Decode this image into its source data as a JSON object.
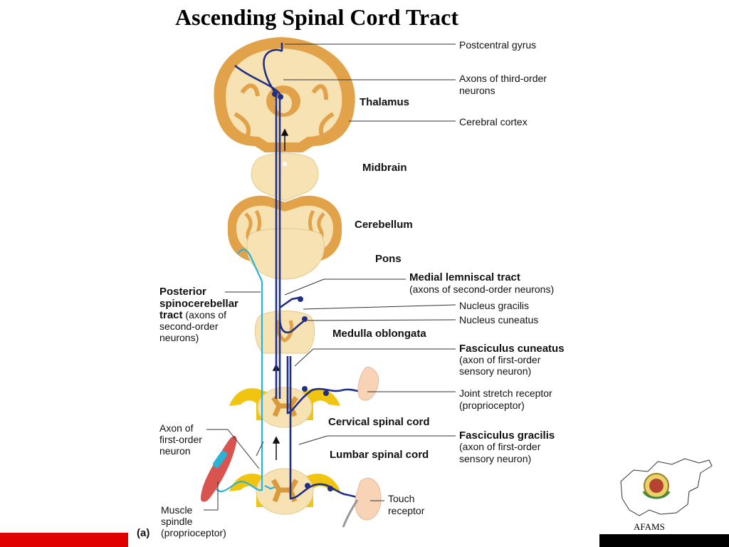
{
  "slide": {
    "title": "Ascending Spinal Cord Tract"
  },
  "figure": {
    "panel_tag": "(a)",
    "level_labels": {
      "thalamus": "Thalamus",
      "midbrain": "Midbrain",
      "cerebellum": "Cerebellum",
      "pons": "Pons",
      "medulla": "Medulla oblongata",
      "cervical": "Cervical spinal cord",
      "lumbar": "Lumbar spinal cord"
    },
    "right_labels": {
      "postcentral_gyrus": "Postcentral gyrus",
      "third_order_line1": "Axons of third-order",
      "third_order_line2": "neurons",
      "cerebral_cortex": "Cerebral cortex",
      "medial_lemniscal_title": "Medial lemniscal tract",
      "medial_lemniscal_sub": "(axons of second-order neurons)",
      "nucleus_gracilis": "Nucleus gracilis",
      "nucleus_cuneatus": "Nucleus cuneatus",
      "fasciculus_cuneatus_title": "Fasciculus cuneatus",
      "fasciculus_cuneatus_sub1": "(axon of first-order",
      "fasciculus_cuneatus_sub2": "sensory neuron)",
      "joint_receptor_line1": "Joint stretch receptor",
      "joint_receptor_line2": "(proprioceptor)",
      "fasciculus_gracilis_title": "Fasciculus gracilis",
      "fasciculus_gracilis_sub1": "(axon of first-order",
      "fasciculus_gracilis_sub2": "sensory neuron)",
      "touch_receptor_line1": "Touch",
      "touch_receptor_line2": "receptor"
    },
    "left_labels": {
      "psc_line1": "Posterior",
      "psc_line2": "spinocerebellar",
      "psc_line3_bold": "tract",
      "psc_line3_rest": " (axons of",
      "psc_line4": "second-order",
      "psc_line5": "neurons)",
      "axon_first_line1": "Axon of",
      "axon_first_line2": "first-order",
      "axon_first_line3": "neuron",
      "muscle_line1": "Muscle",
      "muscle_line2": "spindle",
      "muscle_line3": "(proprioceptor)"
    },
    "colors": {
      "tissue": "#f7e2b4",
      "gray_matter": "#d99a3c",
      "nerve": "#f1c40f",
      "axon_dark": "#1f2f86",
      "axon_light": "#2bb3d6",
      "muscle": "#d9534f"
    }
  },
  "logo": {
    "caption": "AFAMS"
  }
}
